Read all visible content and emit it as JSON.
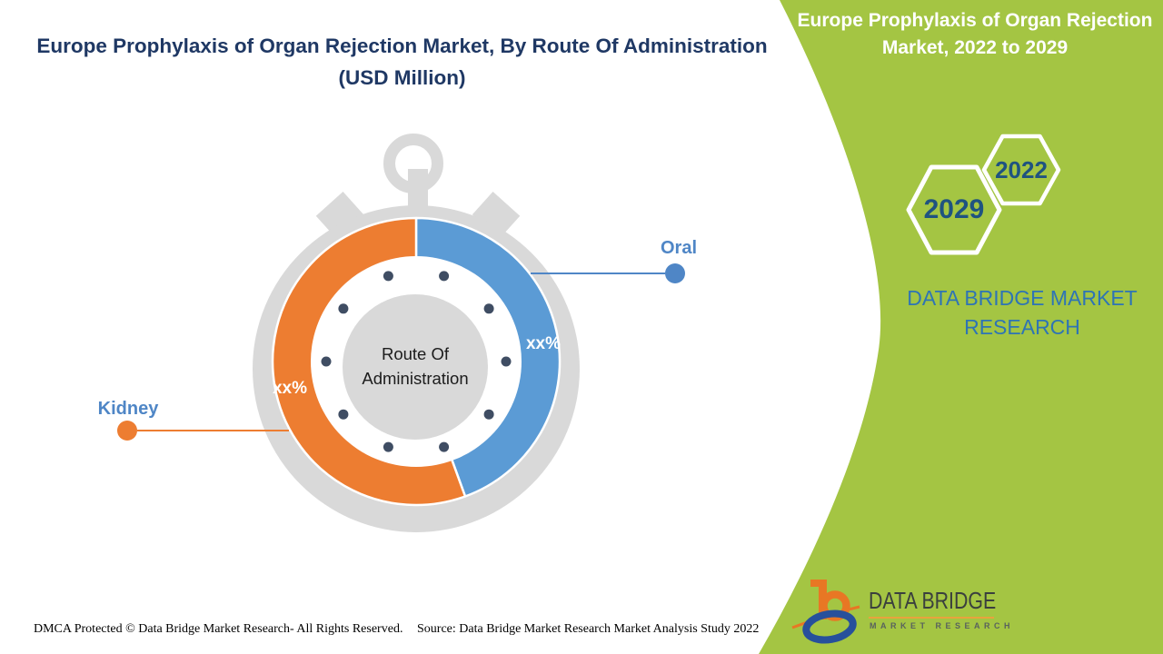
{
  "header": {
    "title_line1": "Europe Prophylaxis of Organ Rejection Market, By Route Of Administration",
    "title_line2": "(USD Million)"
  },
  "side_panel": {
    "title": "Europe Prophylaxis of Organ Rejection Market, 2022 to 2029",
    "hexagons": [
      {
        "year": "2029"
      },
      {
        "year": "2022"
      }
    ],
    "brand": "DATA BRIDGE MARKET RESEARCH"
  },
  "chart_data": {
    "type": "pie",
    "style": "donut styled as stopwatch",
    "title": "Europe Prophylaxis of Organ Rejection Market, By Route Of Administration (USD Million)",
    "center_label": "Route Of Administration",
    "years": [
      "2022",
      "2029"
    ],
    "segments": [
      {
        "label": "Oral",
        "value_label": "xx%",
        "color": "#5B9BD5",
        "estimated_share_pct": 44
      },
      {
        "label": "Kidney",
        "value_label": "xx%",
        "color": "#ED7D31",
        "estimated_share_pct": 56
      }
    ],
    "legend_position": "callout lines to left and right"
  },
  "footer": {
    "dmca": "DMCA Protected © Data Bridge Market Research- All Rights Reserved.",
    "source": "Source: Data Bridge Market Research Market Analysis Study 2022"
  },
  "logo": {
    "name": "DATA BRIDGE",
    "sub": "MARKET RESEARCH"
  },
  "colors": {
    "green_panel": "#A4C543",
    "title_navy": "#1F3864",
    "segment_blue": "#5B9BD5",
    "segment_orange": "#ED7D31",
    "watch_gray": "#D9D9D9",
    "callout_blue": "#4F86C6",
    "tick_dot_navy": "#3F4D63",
    "year_text": "#1F5380",
    "brand_blue": "#2E74B5"
  }
}
